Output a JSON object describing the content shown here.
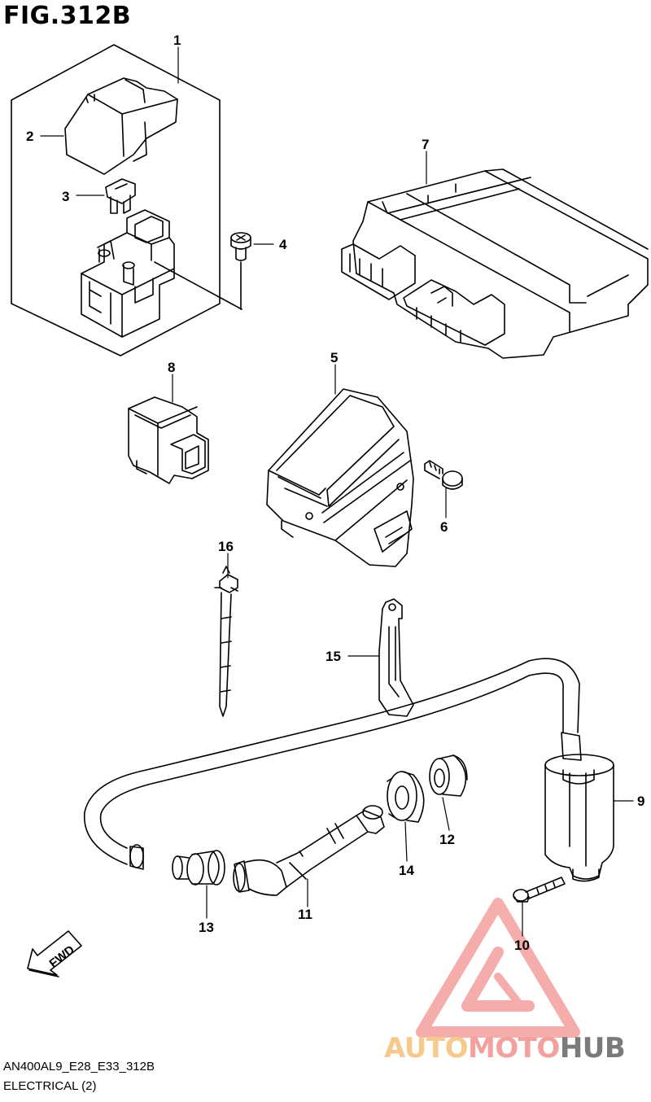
{
  "figure": {
    "title": "FIG.312B"
  },
  "callouts": {
    "p1": "1",
    "p2": "2",
    "p3": "3",
    "p4": "4",
    "p5": "5",
    "p6": "6",
    "p7": "7",
    "p8": "8",
    "p9": "9",
    "p10": "10",
    "p11": "11",
    "p12": "12",
    "p13": "13",
    "p14": "14",
    "p15": "15",
    "p16": "16"
  },
  "direction_arrow": {
    "label": "FWD"
  },
  "footer": {
    "model_code": "AN400AL9_E28_E33_312B",
    "section_name": "ELECTRICAL (2)"
  },
  "watermark": {
    "part1": "AUTO",
    "part2": "MOTO",
    "part3": "HUB",
    "colors": {
      "auto": "#f6c98c",
      "moto": "#f2a19f",
      "hub": "#7a7a7a"
    }
  }
}
